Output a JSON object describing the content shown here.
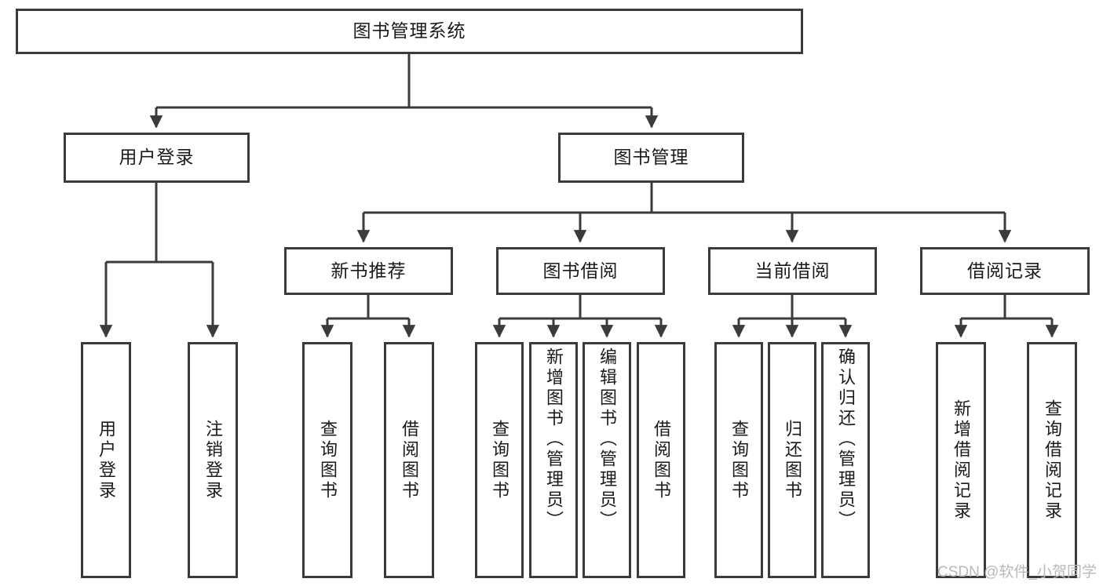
{
  "diagram": {
    "title": "图书管理系统",
    "type": "tree-hierarchy-chart",
    "root": {
      "id": "root",
      "label": "图书管理系统"
    },
    "level2": [
      {
        "id": "user-login",
        "label": "用户登录"
      },
      {
        "id": "book-management",
        "label": "图书管理"
      }
    ],
    "level3": [
      {
        "id": "new-book-recommend",
        "label": "新书推荐",
        "parent": "book-management"
      },
      {
        "id": "book-borrow",
        "label": "图书借阅",
        "parent": "book-management"
      },
      {
        "id": "current-borrow",
        "label": "当前借阅",
        "parent": "book-management"
      },
      {
        "id": "borrow-record",
        "label": "借阅记录",
        "parent": "book-management"
      }
    ],
    "leaves": {
      "user_login": [
        {
          "id": "leaf-user-login",
          "label": "用户登录"
        },
        {
          "id": "leaf-user-logout",
          "label": "注销登录"
        }
      ],
      "new_book_recommend": [
        {
          "id": "leaf-query-book-1",
          "label": "查询图书"
        },
        {
          "id": "leaf-borrow-book-1",
          "label": "借阅图书"
        }
      ],
      "book_borrow": [
        {
          "id": "leaf-query-book-2",
          "label": "查询图书"
        },
        {
          "id": "leaf-add-book",
          "label": "新增图书（管理员）"
        },
        {
          "id": "leaf-edit-book",
          "label": "编辑图书（管理员）"
        },
        {
          "id": "leaf-borrow-book-2",
          "label": "借阅图书"
        }
      ],
      "current_borrow": [
        {
          "id": "leaf-query-book-3",
          "label": "查询图书"
        },
        {
          "id": "leaf-return-book",
          "label": "归还图书"
        },
        {
          "id": "leaf-confirm-return",
          "label": "确认归还（管理员）"
        }
      ],
      "borrow_record": [
        {
          "id": "leaf-add-record",
          "label": "新增借阅记录"
        },
        {
          "id": "leaf-query-record",
          "label": "查询借阅记录"
        }
      ]
    }
  },
  "watermark": {
    "text": "CSDN @软件_小贺同学"
  },
  "colors": {
    "stroke": "#3b3b3b",
    "background": "#ffffff",
    "text": "#1a1a1a",
    "watermark": "#b9b9b9"
  }
}
